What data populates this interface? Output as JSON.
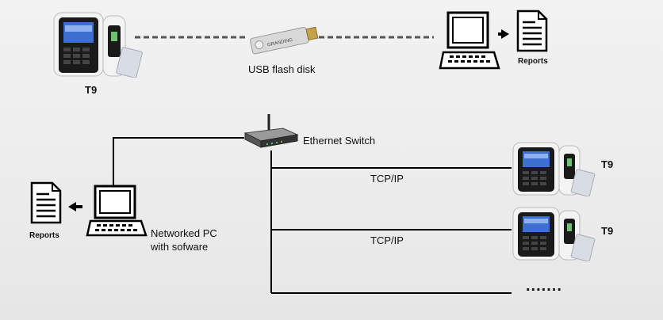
{
  "devices": {
    "top_terminal_label": "T9",
    "terminal_1_label": "T9",
    "terminal_2_label": "T9",
    "more_label": ".......",
    "flash_disk_brand": "GRANDING",
    "flash_disk_label": "USB flash disk",
    "switch_label": "Ethernet Switch",
    "networked_pc_label_line1": "Networked PC",
    "networked_pc_label_line2": "with  sofware",
    "top_reports_label": "Reports",
    "left_reports_label": "Reports"
  },
  "links": {
    "tcp_1": "TCP/IP",
    "tcp_2": "TCP/IP"
  },
  "colors": {
    "terminal_body": "#f3f3f3",
    "terminal_face": "#1a1a1a",
    "screen": "#3c6fd0",
    "line": "#000000",
    "dashed": "#555555"
  }
}
